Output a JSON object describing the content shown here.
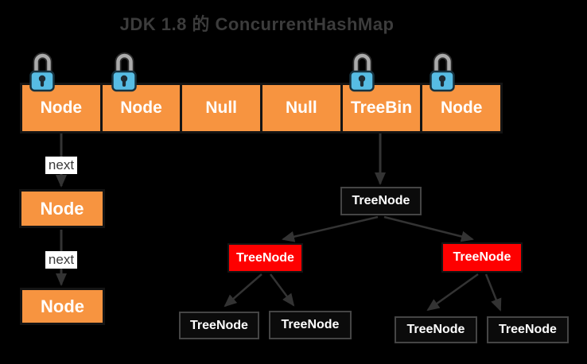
{
  "title": "JDK 1.8 的 ConcurrentHashMap",
  "buckets": {
    "cells": [
      {
        "label": "Node",
        "locked": true
      },
      {
        "label": "Node",
        "locked": true
      },
      {
        "label": "Null",
        "locked": false
      },
      {
        "label": "Null",
        "locked": false
      },
      {
        "label": "TreeBin",
        "locked": true
      },
      {
        "label": "Node",
        "locked": true
      }
    ]
  },
  "chain": {
    "next_label": "next",
    "nodes": [
      {
        "label": "Node"
      },
      {
        "label": "Node"
      }
    ]
  },
  "tree": {
    "root": {
      "label": "TreeNode"
    },
    "branches": [
      {
        "label": "TreeNode",
        "color": "red"
      },
      {
        "label": "TreeNode",
        "color": "red"
      }
    ],
    "leaves": [
      {
        "label": "TreeNode"
      },
      {
        "label": "TreeNode"
      },
      {
        "label": "TreeNode"
      },
      {
        "label": "TreeNode"
      }
    ]
  },
  "icons": {
    "lock": "padlock-icon"
  },
  "colors": {
    "background": "#000000",
    "bucket_fill": "#F79440",
    "box_border": "#141414",
    "highlight_red": "#FE0000",
    "treenode_fill": "#0B0B0B",
    "treenode_border": "#454545",
    "lock_body_blue": "#57BCE4",
    "lock_shackle_gray": "#ABABAB",
    "arrow_gray": "#333333",
    "title_text": "#3C3C3C",
    "label_text": "#FFFFFF",
    "next_label_bg": "#FFFFFF",
    "next_label_text": "#3A3A3A"
  }
}
